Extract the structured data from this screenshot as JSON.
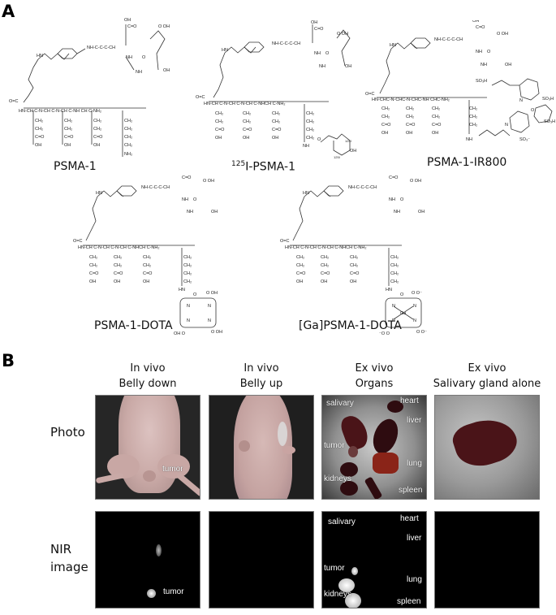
{
  "panel_a": {
    "letter": "A",
    "compounds": [
      {
        "id": "psma1",
        "label": "PSMA-1"
      },
      {
        "id": "i125",
        "label_sup": "125",
        "label_main": "I-PSMA-1"
      },
      {
        "id": "ir800",
        "label": "PSMA-1-IR800"
      },
      {
        "id": "dota",
        "label": "PSMA-1-DOTA"
      },
      {
        "id": "gadota",
        "label": "[Ga]PSMA-1-DOTA"
      }
    ],
    "structure_text": {
      "backbone_residues": [
        "HN-CH C",
        "N-CH C",
        "N-CH C",
        "NH CH C-NH2"
      ],
      "side_chain": [
        "CH2",
        "CH2",
        "C=O",
        "OH"
      ],
      "lysine_chain": [
        "CH2",
        "CH2",
        "CH2",
        "CH2",
        "NH2"
      ],
      "urea_head": [
        "NH-C-C-C-CH",
        "OH",
        "C=O",
        "NH",
        "NH",
        "OH"
      ],
      "iodine": "125I",
      "dye_groups": [
        "SO3H",
        "SO3H",
        "SO3H",
        "SO3-"
      ],
      "metal": "Ga"
    }
  },
  "panel_b": {
    "letter": "B",
    "columns": [
      {
        "line1": "In vivo",
        "line2": "Belly down"
      },
      {
        "line1": "In vivo",
        "line2": "Belly up"
      },
      {
        "line1": "Ex vivo",
        "line2": "Organs"
      },
      {
        "line1": "Ex vivo",
        "line2": "Salivary gland alone"
      }
    ],
    "rows": [
      {
        "label_line1": "Photo",
        "label_line2": ""
      },
      {
        "label_line1": "NIR",
        "label_line2": "image"
      }
    ],
    "photo_labels": {
      "belly_down": [
        "tumor"
      ],
      "organs": [
        "salivary",
        "heart",
        "liver",
        "tumor",
        "lung",
        "kidneys",
        "spleen"
      ]
    },
    "nir_labels": {
      "belly_down": [
        "tumor"
      ],
      "organs": [
        "salivary",
        "heart",
        "liver",
        "tumor",
        "lung",
        "kidneys",
        "spleen"
      ]
    },
    "colors": {
      "nir_background": "#000000",
      "nir_signal": "#f2f2f2",
      "tissue": "#4a1418",
      "mouse_skin": "#c9a9a6",
      "photo_background": "#262626",
      "foil": "#8f8f8f"
    }
  }
}
